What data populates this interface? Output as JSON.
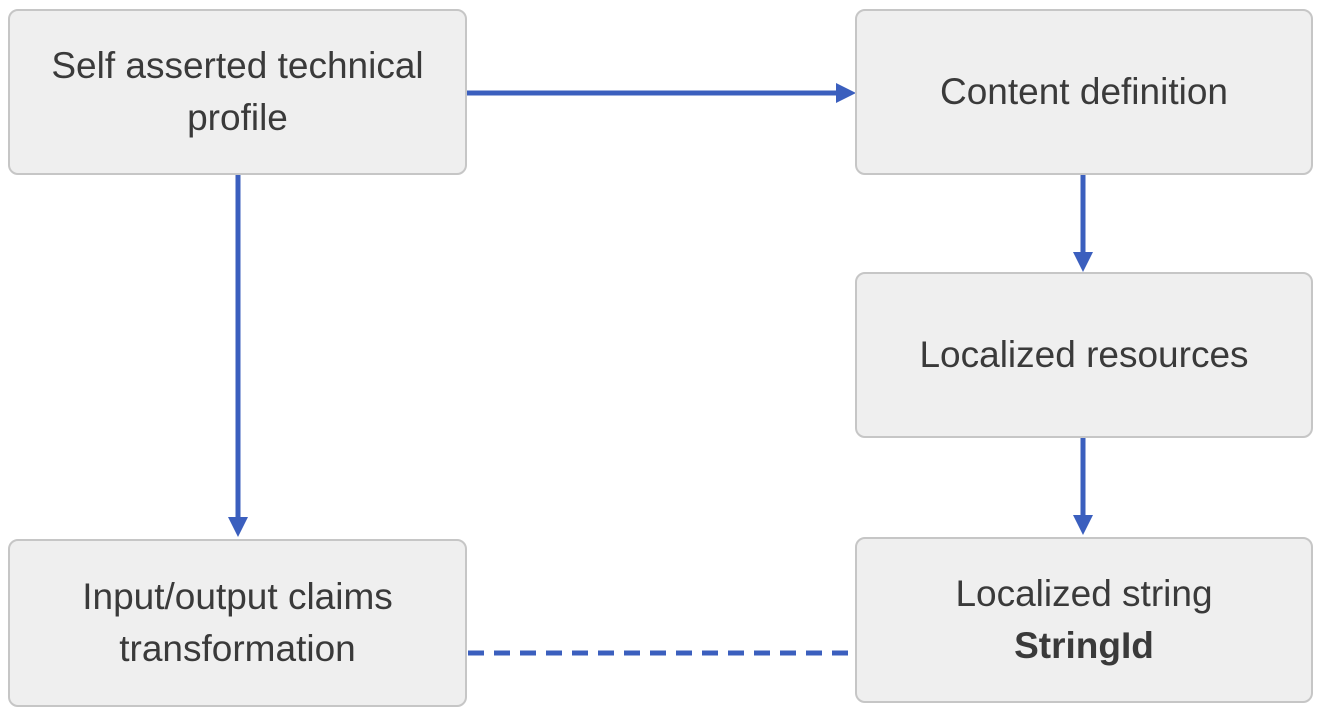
{
  "nodes": {
    "self_asserted": {
      "line1": "Self asserted technical",
      "line2": "profile"
    },
    "content_definition": {
      "line1": "Content definition"
    },
    "localized_resources": {
      "line1": "Localized resources"
    },
    "claims_transformation": {
      "line1": "Input/output claims",
      "line2": "transformation"
    },
    "localized_string": {
      "line1": "Localized string",
      "line2": "StringId"
    }
  },
  "colors": {
    "arrow": "#3b5fbe",
    "box_fill": "#efefef",
    "box_border": "#c6c6c6",
    "text": "#3a3a3a"
  }
}
